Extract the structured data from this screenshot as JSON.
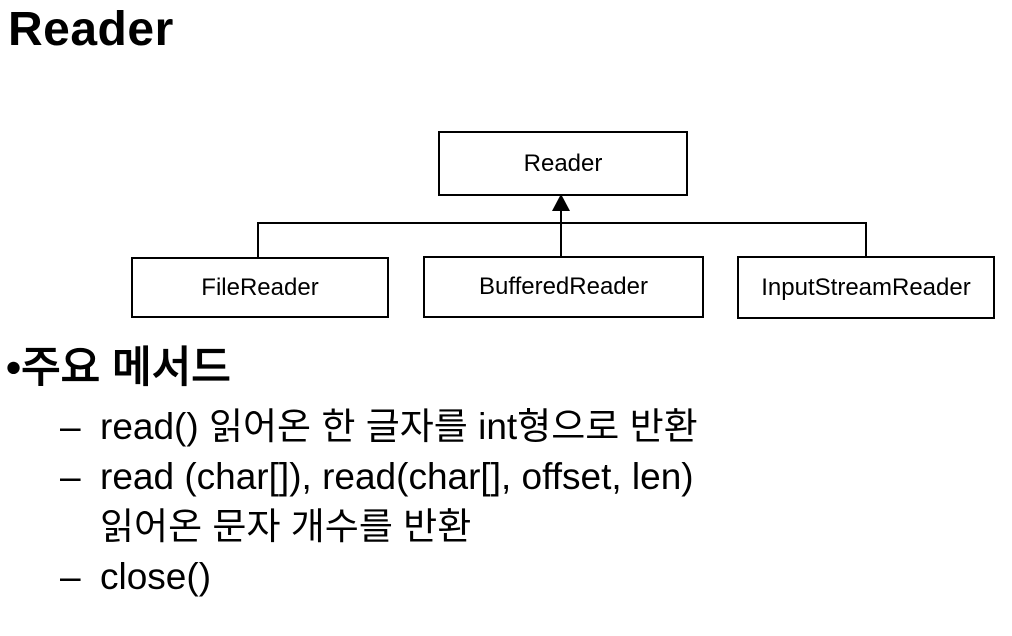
{
  "slide": {
    "title": "Reader"
  },
  "colors": {
    "background": "#ffffff",
    "text": "#000000",
    "line": "#000000"
  },
  "diagram": {
    "type": "class-hierarchy",
    "parent": {
      "label": "Reader"
    },
    "children": [
      {
        "label": "FileReader"
      },
      {
        "label": "BufferedReader"
      },
      {
        "label": "InputStreamReader"
      }
    ]
  },
  "content": {
    "bullet_marker": "•",
    "heading": "주요 메서드",
    "items": [
      {
        "marker": "–",
        "lines": [
          "read() 읽어온 한 글자를 int형으로 반환"
        ]
      },
      {
        "marker": "–",
        "lines": [
          "read (char[]), read(char[], offset, len)",
          "읽어온 문자 개수를 반환"
        ]
      },
      {
        "marker": "–",
        "lines": [
          "close()"
        ]
      }
    ]
  }
}
